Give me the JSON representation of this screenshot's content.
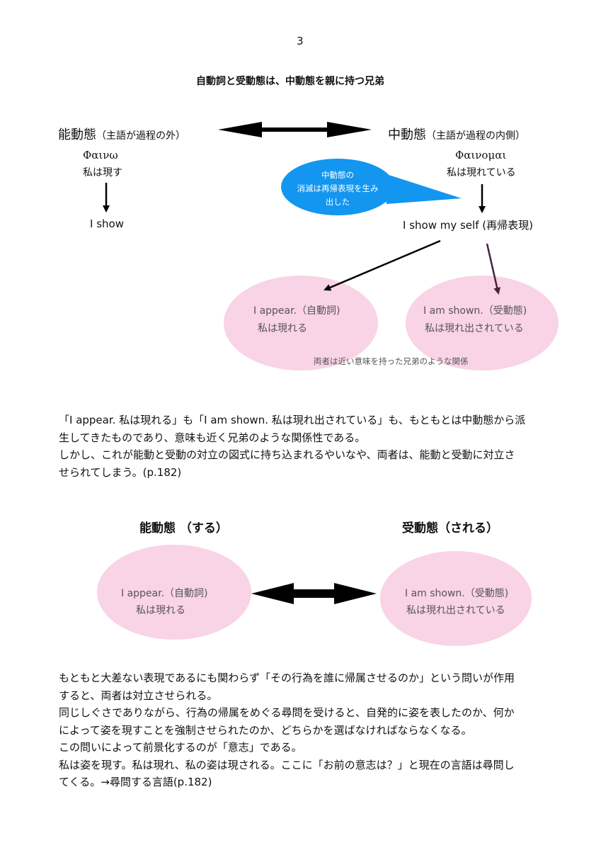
{
  "page_number": "3",
  "title": "自動詞と受動態は、中動態を親に持つ兄弟",
  "top": {
    "active_label": "能動態",
    "active_note": "（主語が過程の外）",
    "middle_label": "中動態",
    "middle_note": "（主語が過程の内側）",
    "active_greek": "Φαινω",
    "active_jp": "私は現す",
    "middle_greek": "Φαινομαι",
    "middle_jp": "私は現れている",
    "i_show": "I show",
    "i_show_myself": "I show my self (再帰表現)",
    "bubble_lines": [
      "中動態の",
      "消滅は再帰表現を生み",
      "出した"
    ],
    "appear_line1": "I appear.（自動詞)",
    "appear_line2": "私は現れる",
    "shown_line1": "I am shown.（受動態)",
    "shown_line2": "私は現れ出されている",
    "sibling_note": "両者は近い意味を持った兄弟のような関係"
  },
  "paragraph1": [
    "「I appear. 私は現れる」も「I am shown. 私は現れ出されている」も、もともとは中動態から派",
    "生してきたものであり、意味も近く兄弟のような関係性である。",
    "しかし、これが能動と受動の対立の図式に持ち込まれるやいなや、両者は、能動と受動に対立さ",
    "せられてしまう。(p.182)"
  ],
  "bottom": {
    "active_heading": "能動態 （する）",
    "passive_heading": "受動態（される）",
    "appear_line1": "I appear.（自動詞)",
    "appear_line2": "私は現れる",
    "shown_line1": "I am shown.（受動態)",
    "shown_line2": "私は現れ出されている"
  },
  "paragraph2": [
    "もともと大差ない表現であるにも関わらず「その行為を誰に帰属させるのか」という問いが作用",
    "すると、両者は対立させられる。",
    "同じしぐさでありながら、行為の帰属をめぐる尋問を受けると、自発的に姿を表したのか、何か",
    "によって姿を現すことを強制させられたのか、どちらかを選ばなければならなくなる。",
    "この問いによって前景化するのが「意志」である。",
    "私は姿を現す。私は現れ、私の姿は現される。ここに「お前の意志は？」と現在の言語は尋問し",
    "てくる。→尋問する言語(p.182)"
  ],
  "colors": {
    "ellipse_fill": "#f9d3e6",
    "bubble_fill": "#1296f0",
    "arrow": "#000000",
    "arrow_purple": "#4a2040"
  }
}
